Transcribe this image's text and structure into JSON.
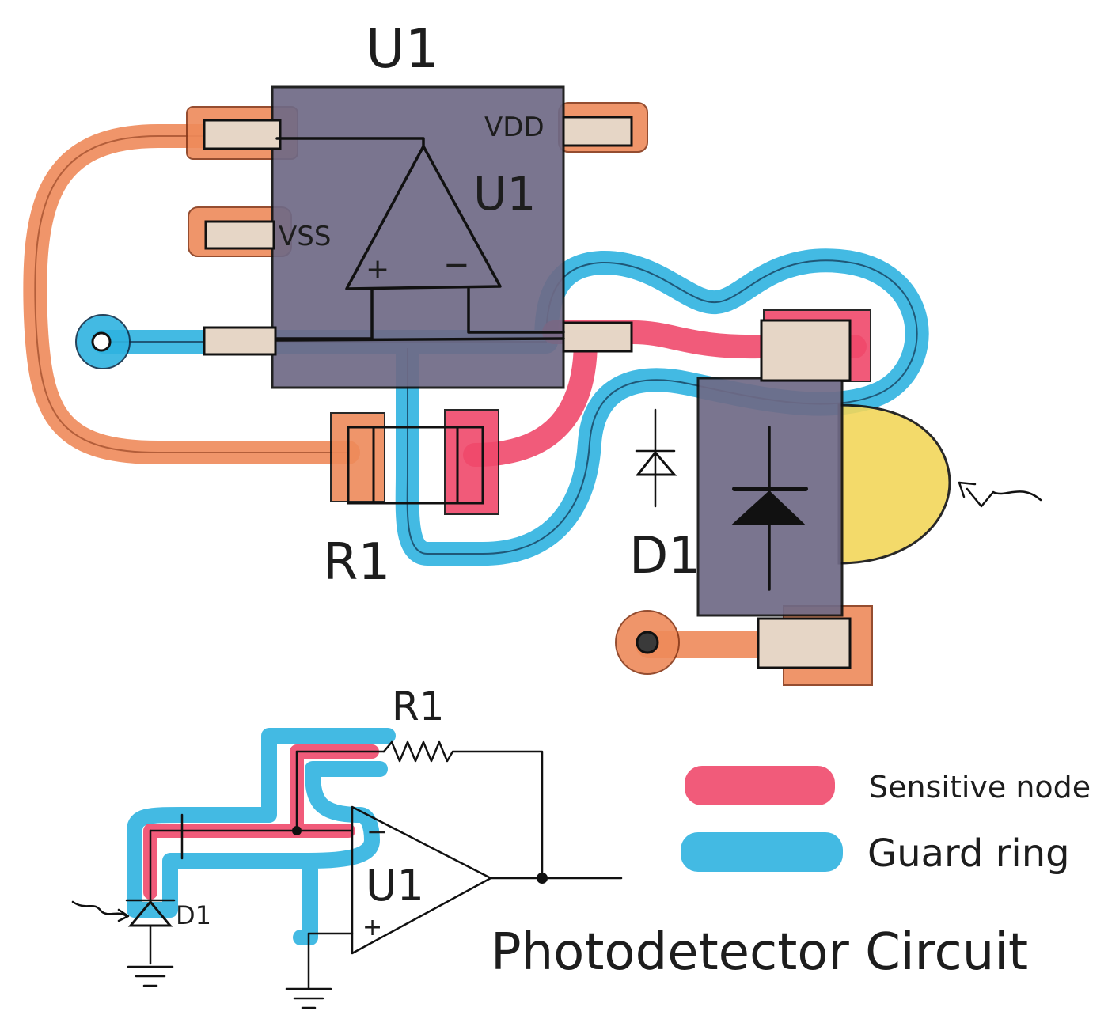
{
  "pcb": {
    "title_u1": "U1",
    "chip_label_u1": "U1",
    "pin_vdd": "VDD",
    "pin_vss": "VSS",
    "opamp_plus": "+",
    "opamp_minus": "−",
    "label_r1": "R1",
    "label_d1": "D1"
  },
  "schematic": {
    "label_r1": "R1",
    "label_u1": "U1",
    "label_d1": "D1",
    "minus_sign": "−",
    "plus_sign": "+",
    "caption": "Photodetector Circuit"
  },
  "legend": {
    "items": [
      {
        "label": "Sensitive node",
        "color": "#f0496b"
      },
      {
        "label": "Guard ring",
        "color": "#2fb3e0"
      }
    ]
  },
  "colors": {
    "sensitive": "#f0496b",
    "guard": "#2fb3e0",
    "copper": "#ee8a5a",
    "chip": "#6f6a86",
    "pad": "#e6d6c6",
    "photodiode_lens": "#f2d65a"
  }
}
